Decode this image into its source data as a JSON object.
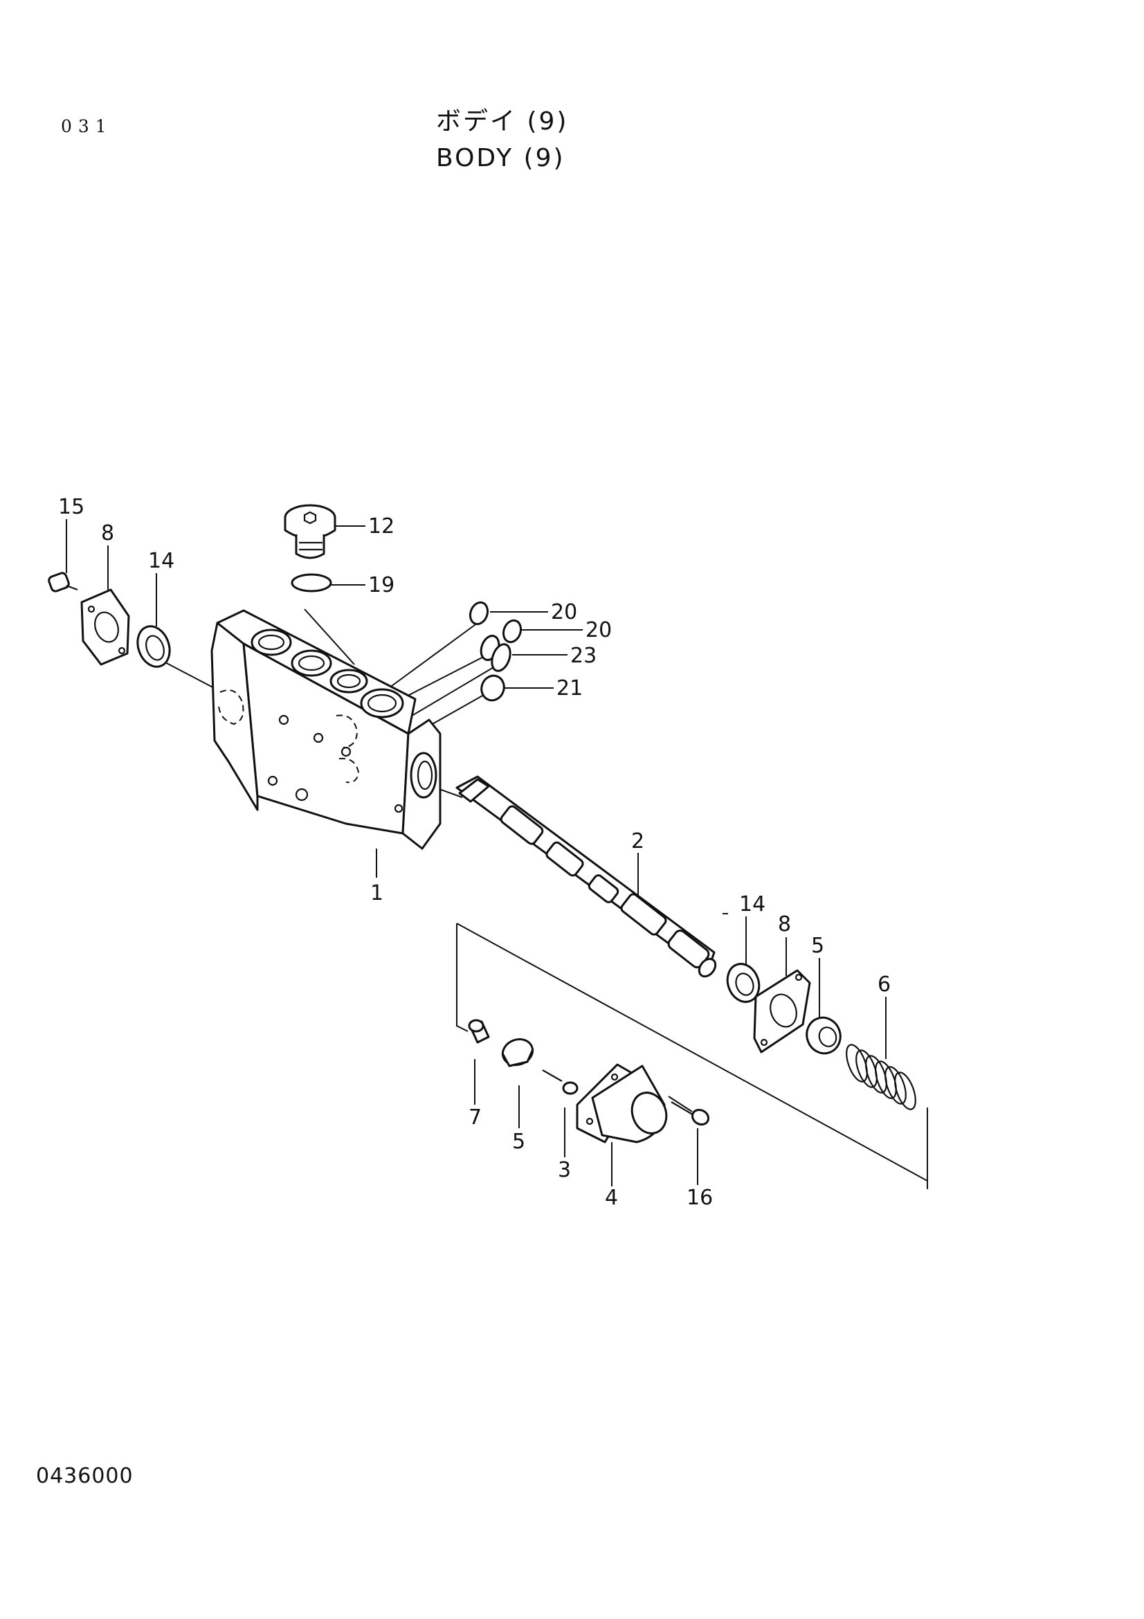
{
  "header": {
    "page_number": "031",
    "title_jp": "ボデイ (9)",
    "title_en": "BODY (9)"
  },
  "footer": {
    "document_code": "0436000"
  },
  "diagram": {
    "callouts": [
      "15",
      "8",
      "14",
      "12",
      "19",
      "20",
      "20",
      "23",
      "21",
      "1",
      "2",
      "14",
      "8",
      "5",
      "6",
      "7",
      "5",
      "3",
      "4",
      "16"
    ]
  }
}
